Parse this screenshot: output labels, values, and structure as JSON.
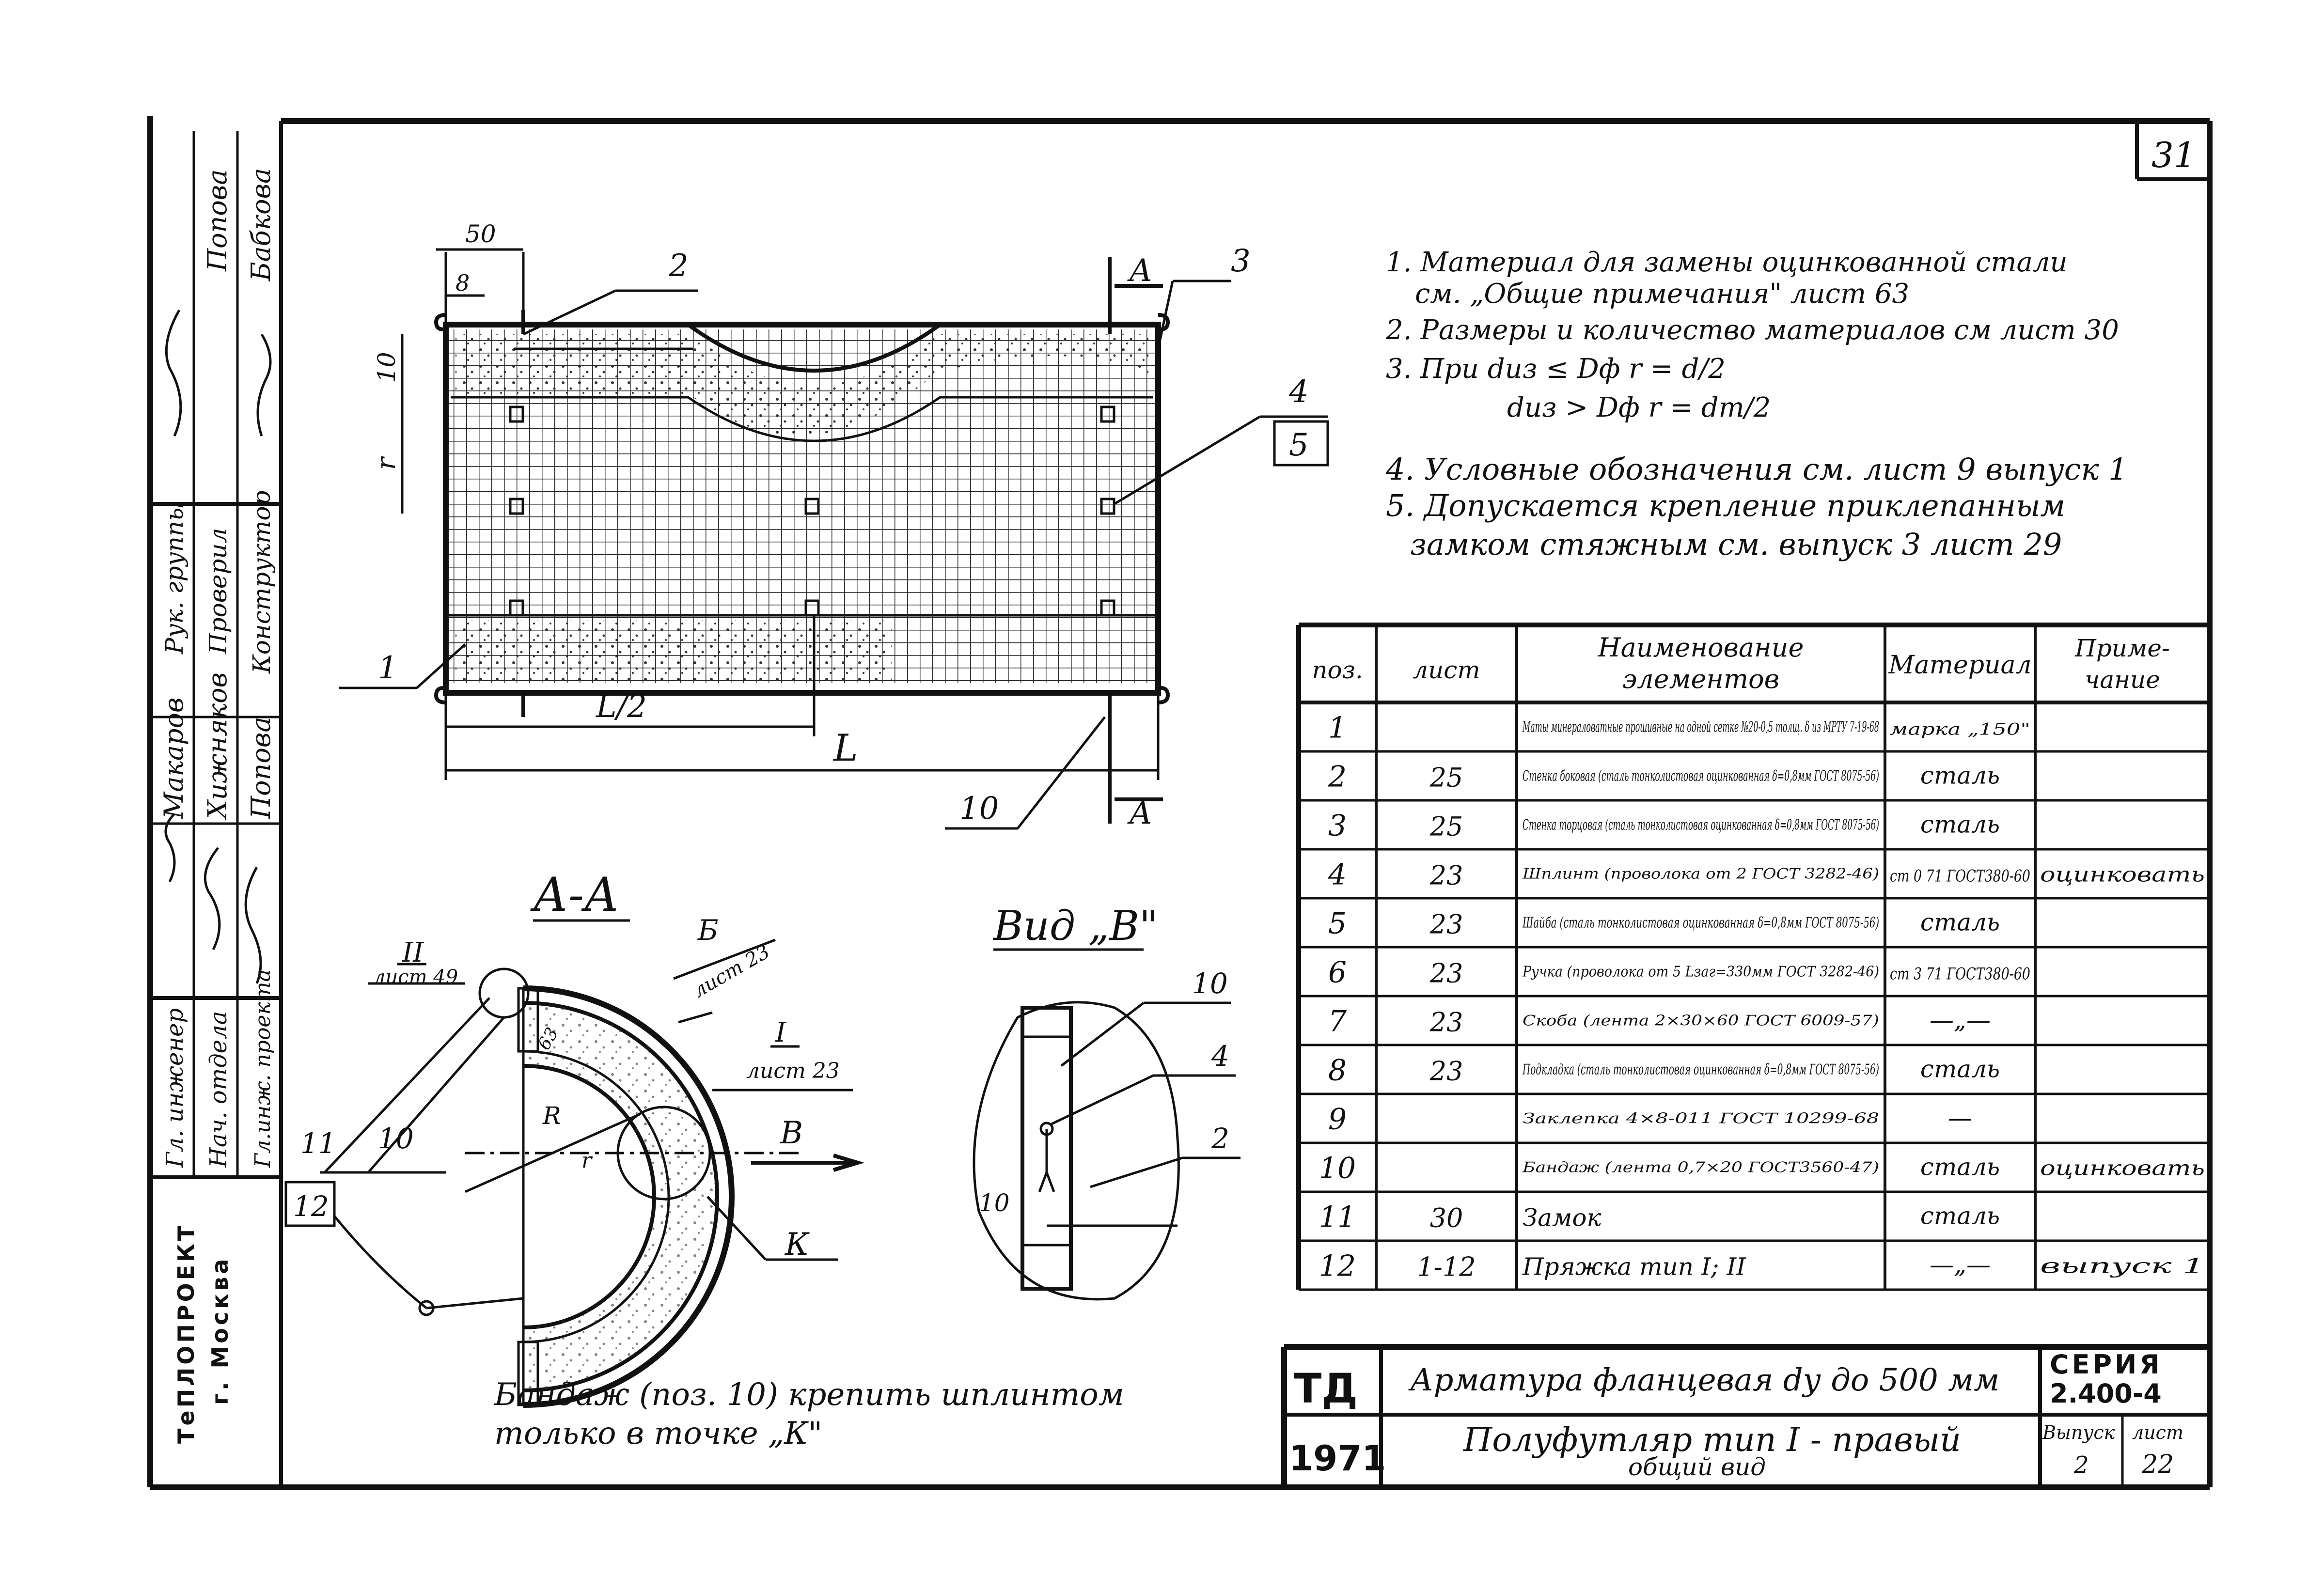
{
  "sheet_number": "31",
  "left_strip": {
    "org_line1": "ТеПЛОПРОЕКТ",
    "org_line2": "г. Москва",
    "roles": [
      "Гл. инженер",
      "Нач. отдела",
      "Гл.инж. проекта",
      "Рук. группы",
      "Проверил",
      "Конструктор"
    ],
    "names": [
      "Макаров",
      "Хижняков",
      "Попова",
      "Попова",
      "Бабкова"
    ]
  },
  "notes": [
    "1. Материал для замены оцинкованной стали",
    "см. „Общие примечания\" лист 63",
    "2. Размеры и количество материалов см лист 30",
    "3. При dиз ≤ Dф      r = d/2",
    "dиз > Dф      r = dт/2",
    "4. Условные обозначения см. лист 9 выпуск 1",
    "5. Допускается крепление приклепанным",
    "замком стяжным см. выпуск 3 лист 29"
  ],
  "spec_table": {
    "headers": [
      "поз.",
      "лист",
      "Наименование элементов",
      "Материал",
      "Приме-чание"
    ],
    "rows": [
      [
        "1",
        "",
        "Маты минераловатные прошивные на одной сетке №20-0,5 толщ. δ из МРТУ 7-19-68",
        "марка „150\"",
        ""
      ],
      [
        "2",
        "25",
        "Стенка боковая (сталь тонколистовая оцинкованная δ=0,8мм ГОСТ 8075-56)",
        "сталь",
        ""
      ],
      [
        "3",
        "25",
        "Стенка торцовая (сталь тонколистовая оцинкованная δ=0,8мм ГОСТ 8075-56)",
        "сталь",
        ""
      ],
      [
        "4",
        "23",
        "Шплинт (проволока от 2 ГОСТ 3282-46)",
        "ст 0 71 ГОСТ380-60",
        "оцинковать"
      ],
      [
        "5",
        "23",
        "Шайба (сталь тонколистовая оцинкованная δ=0,8мм ГОСТ 8075-56)",
        "сталь",
        ""
      ],
      [
        "6",
        "23",
        "Ручка (проволока от 5 Lзаг=330мм ГОСТ 3282-46)",
        "ст 3 71 ГОСТ380-60",
        ""
      ],
      [
        "7",
        "23",
        "Скоба (лента 2×30×60 ГОСТ 6009-57)",
        "—„—",
        ""
      ],
      [
        "8",
        "23",
        "Подкладка (сталь тонколистовая оцинкованная δ=0,8мм ГОСТ 8075-56)",
        "сталь",
        ""
      ],
      [
        "9",
        "",
        "Заклепка 4×8-011 ГОСТ 10299-68",
        "—",
        ""
      ],
      [
        "10",
        "",
        "Бандаж (лента 0,7×20 ГОСТ3560-47)",
        "сталь",
        "оцинковать"
      ],
      [
        "11",
        "30",
        "Замок",
        "сталь",
        ""
      ],
      [
        "12",
        "1-12",
        "Пряжка тип I; II",
        "—„—",
        "выпуск 1"
      ]
    ]
  },
  "drawing_labels": {
    "section_aa": "А-А",
    "view_b": "Вид „В\"",
    "cut_a": "А",
    "dim_50": "50",
    "dim_8": "8",
    "dim_10": "10",
    "dim_r": "r",
    "dim_l2": "L/2",
    "dim_l": "L",
    "radius_R": "R",
    "radius_r": "r",
    "label_I": "I",
    "label_II": "II",
    "label_B_cyr": "Б",
    "label_B": "В",
    "label_K": "К",
    "list23": "лист 23",
    "list49": "лист 49",
    "dim_63": "63",
    "pos": [
      "1",
      "2",
      "3",
      "4",
      "5",
      "10",
      "11",
      "12"
    ]
  },
  "bottom_note": [
    "Бандаж (поз. 10) крепить шплинтом",
    "только в точке „К\""
  ],
  "title_block": {
    "td": "ТД",
    "year": "1971",
    "title1": "Арматура фланцевая dу до 500 мм",
    "title2": "Полуфутляр тип I - правый",
    "title3": "общий вид",
    "series_label": "СЕРИЯ",
    "series": "2.400-4",
    "issue_label": "Выпуск",
    "issue": "2",
    "sheet_label": "лист",
    "sheet": "22"
  }
}
